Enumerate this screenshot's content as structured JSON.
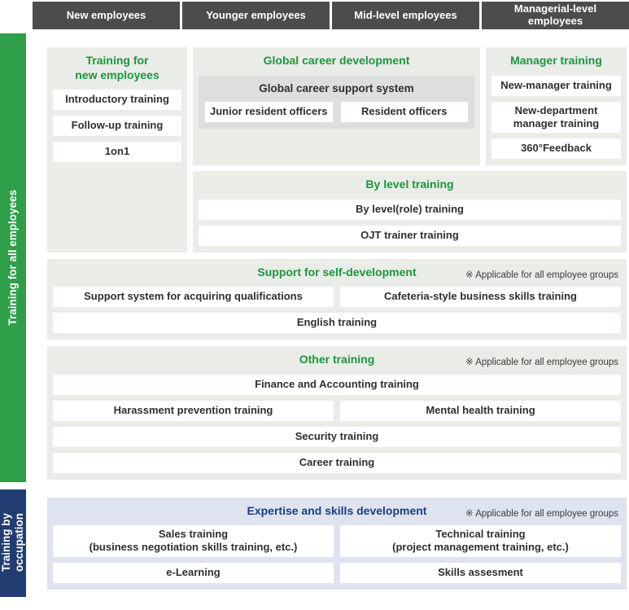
{
  "header": {
    "tabs": [
      "New employees",
      "Younger employees",
      "Mid-level employees",
      "Managerial-level\nemployees"
    ]
  },
  "bands": {
    "all_employees_label": "Training for all employees",
    "by_occupation_label": "Training by\noccupation"
  },
  "new_employee_training": {
    "title": "Training for\nnew employees",
    "items": [
      "Introductory training",
      "Follow-up training",
      "1on1"
    ]
  },
  "global_career": {
    "title": "Global career development",
    "support_system": {
      "title": "Global career support system",
      "items": [
        "Junior resident officers",
        "Resident officers"
      ]
    }
  },
  "manager_training": {
    "title": "Manager training",
    "items": [
      "New-manager training",
      "New-department\nmanager training",
      "360°Feedback"
    ]
  },
  "by_level_training": {
    "title": "By level training",
    "items": [
      "By level(role) training",
      "OJT trainer training"
    ]
  },
  "self_development": {
    "title": "Support for self-development",
    "note": "※ Applicable for all employee groups",
    "items": [
      "Support system for acquiring qualifications",
      "Cafeteria-style business skills training",
      "English training"
    ]
  },
  "other_training": {
    "title": "Other training",
    "note": "※ Applicable for all employee groups",
    "items": [
      "Finance and Accounting training",
      "Harassment prevention training",
      "Mental health training",
      "Security training",
      "Career training"
    ]
  },
  "expertise": {
    "title": "Expertise and skills development",
    "note": "※ Applicable for all employee groups",
    "items": [
      "Sales training\n(business negotiation skills training, etc.)",
      "Technical training\n(project management training, etc.)",
      "e-Learning",
      "Skills assesment"
    ]
  },
  "colors": {
    "green_bar": "#2f9e48",
    "green_title": "#1e9540",
    "navy_bar": "#223d72",
    "navy_title": "#1c3e7d",
    "header_gray": "#4c4c4c",
    "gray_box": "#e9ece7",
    "blue_box": "#dfe3ef"
  }
}
